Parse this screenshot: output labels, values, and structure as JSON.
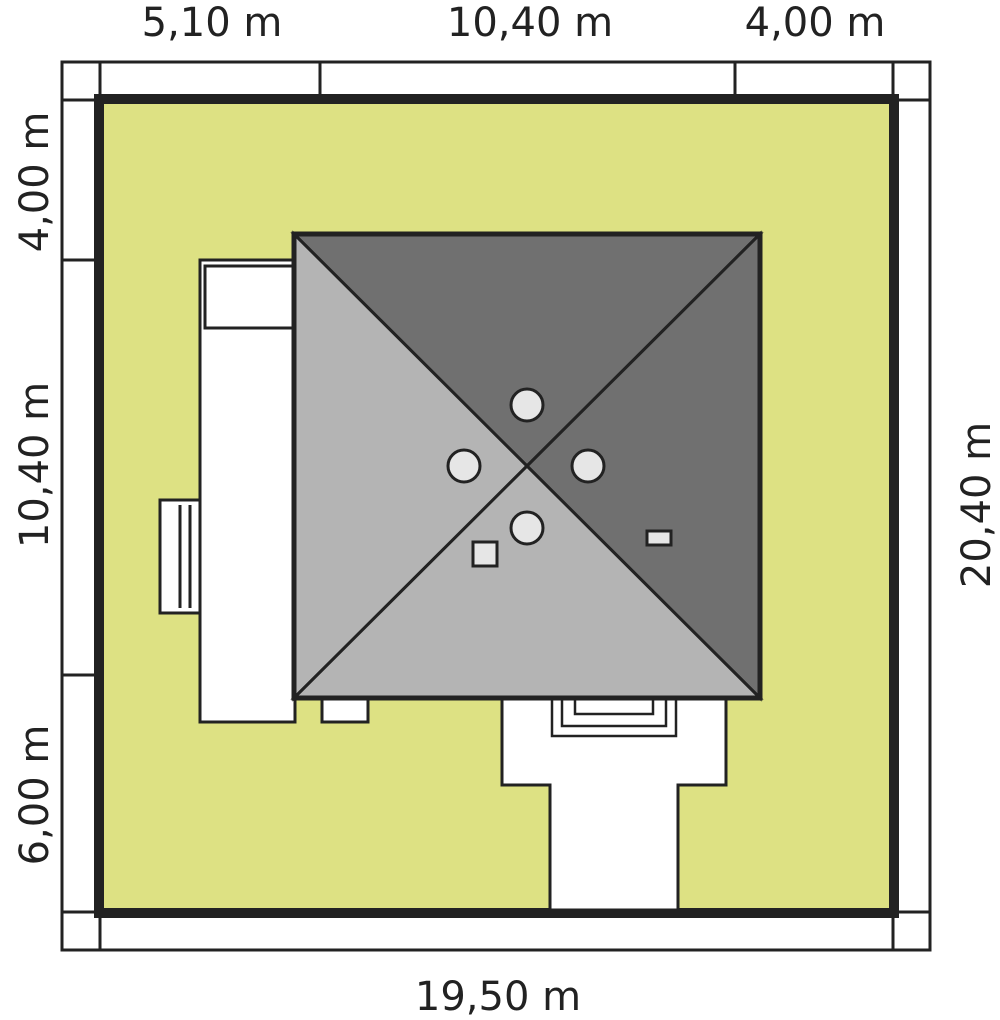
{
  "dimensions": {
    "top": [
      "5,10 m",
      "10,40 m",
      "4,00 m"
    ],
    "left": [
      "4,00 m",
      "10,40 m",
      "6,00 m"
    ],
    "right": "20,40 m",
    "bottom": "19,50 m"
  },
  "colors": {
    "plot_fill": "#dde183",
    "plot_border": "#222222",
    "roof_dark": "#707070",
    "roof_light": "#b4b4b4",
    "terrace": "#ffffff",
    "line": "#222222"
  }
}
